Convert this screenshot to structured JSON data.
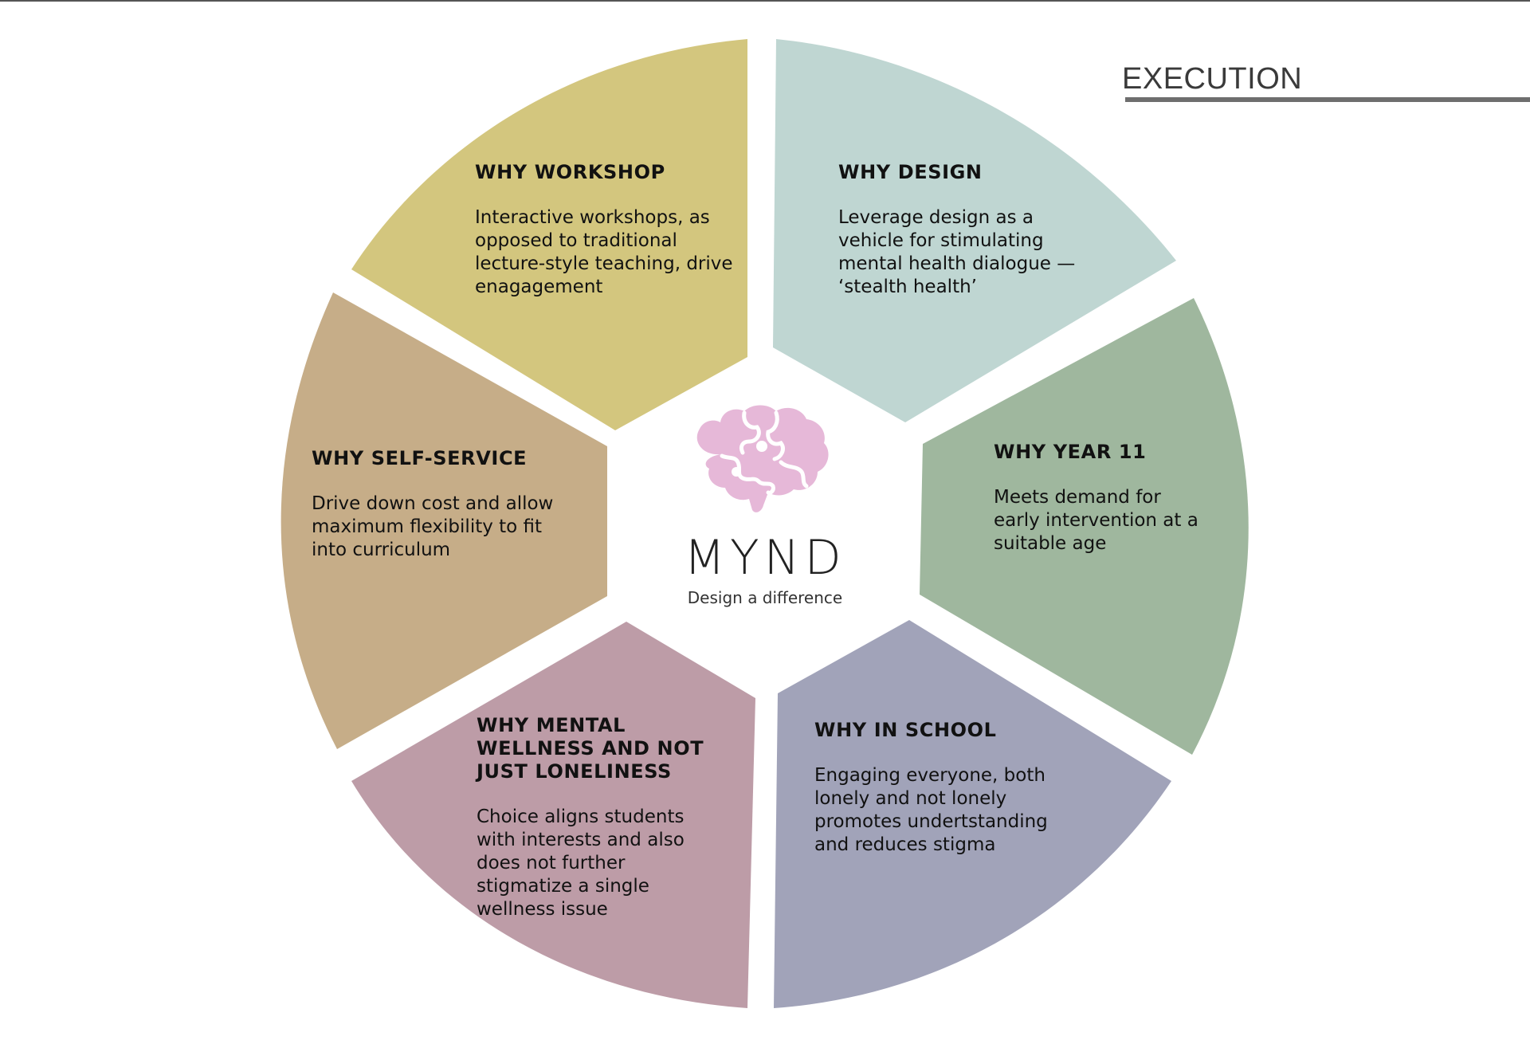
{
  "page": {
    "section_title": "EXECUTION"
  },
  "logo": {
    "name": "MYND",
    "tagline": "Design a difference",
    "brain_color": "#e6b8d8"
  },
  "segments": [
    {
      "id": "workshop",
      "title": "WHY WORKSHOP",
      "body": "Interactive workshops, as opposed to traditional lecture-style teaching, drive enagagement",
      "color": "#d3c67e"
    },
    {
      "id": "design",
      "title": "WHY DESIGN",
      "body": "Leverage design as a vehicle for stimulating mental health dialogue — ‘stealth health’",
      "color": "#bfd6d2"
    },
    {
      "id": "year11",
      "title": "WHY YEAR 11",
      "body": "Meets demand for early intervention at a suitable age",
      "color": "#9fb79e"
    },
    {
      "id": "school",
      "title": "WHY IN SCHOOL",
      "body": "Engaging everyone, both lonely and not lonely promotes undertstanding and reduces stigma",
      "color": "#a1a3b9"
    },
    {
      "id": "wellness",
      "title": "WHY MENTAL WELLNESS AND NOT JUST LONELINESS",
      "body": "Choice aligns students with interests and also does not further stigmatize a single wellness issue",
      "color": "#bd9ca7"
    },
    {
      "id": "selfservice",
      "title": "WHY SELF-SERVICE",
      "body": "Drive down cost and allow maximum flexibility to fit into curriculum",
      "color": "#c6ad88"
    }
  ]
}
